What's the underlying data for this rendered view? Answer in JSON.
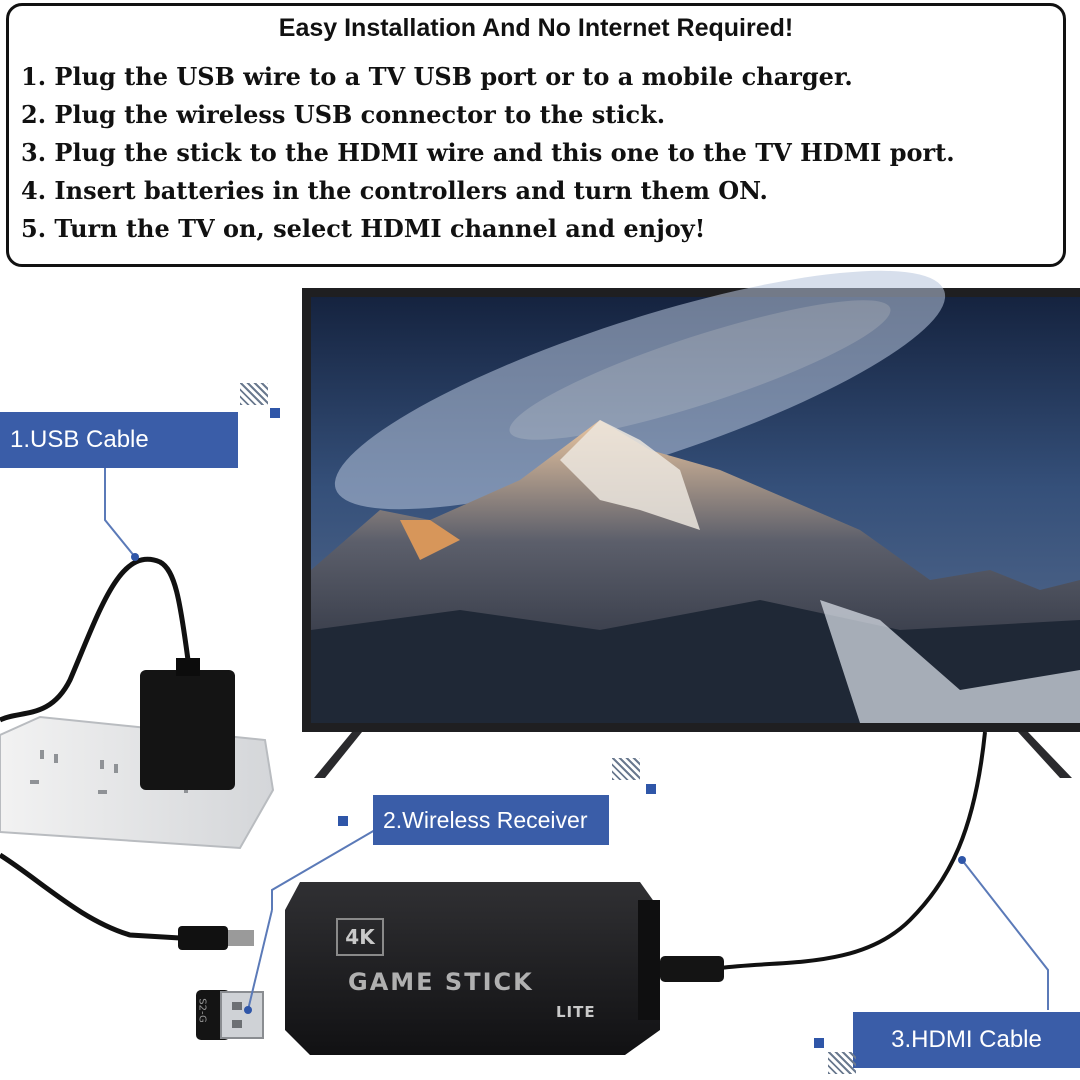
{
  "header": {
    "title": "Easy Installation And No Internet Required!",
    "steps": [
      "1. Plug the USB wire to a TV USB port or to a mobile charger.",
      "2. Plug the wireless USB connector to the stick.",
      "3. Plug the stick to the HDMI wire and this one to the TV HDMI port.",
      "4. Insert batteries in the controllers and turn them ON.",
      "5. Turn the TV on, select HDMI channel and enjoy!"
    ]
  },
  "labels": {
    "usb": "1.USB Cable",
    "receiver": "2.Wireless Receiver",
    "hdmi": "3.HDMI Cable"
  },
  "device": {
    "badge": "4K",
    "name": "GAME STICK",
    "edition": "LITE",
    "dongle_text": "S2-G"
  },
  "colors": {
    "label_blue": "#3a5da8",
    "tv_bezel": "#222222",
    "stick_body": "#1b1b1d"
  }
}
